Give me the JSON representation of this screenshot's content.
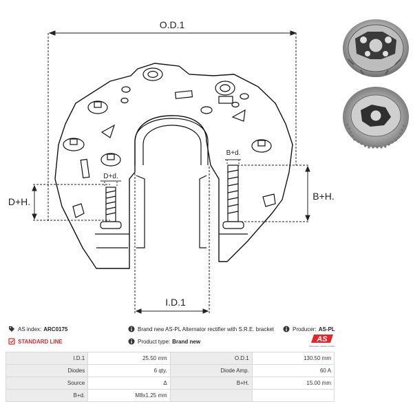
{
  "drawing": {
    "od_label": "O.D.1",
    "id_label": "I.D.1",
    "dh_label": "D+H.",
    "bh_label": "B+H.",
    "bd_label": "B+d.",
    "dd_label": "D+d."
  },
  "info": {
    "as_index_label": "AS index:",
    "as_index_value": "ARC0175",
    "standard_line": "STANDARD LINE",
    "description": "Brand new AS-PL Alternator rectifier with S.R.E. bracket",
    "producer_label": "Producer:",
    "producer_value": "AS-PL",
    "product_type_label": "Product type:",
    "product_type_value": "Brand new"
  },
  "logo": {
    "text": "AS",
    "tagline": "Alternators, Starters & Parts",
    "color": "#e3262b"
  },
  "specs": {
    "rows": [
      [
        {
          "label": "I.D.1",
          "value": "25.50 mm"
        },
        {
          "label": "O.D.1",
          "value": "130.50 mm"
        }
      ],
      [
        {
          "label": "Diodes",
          "value": "6 qty."
        },
        {
          "label": "Diode Amp.",
          "value": "60 A"
        }
      ],
      [
        {
          "label": "Source",
          "value": "Δ"
        },
        {
          "label": "B+H.",
          "value": "15.00 mm"
        }
      ],
      [
        {
          "label": "B+d.",
          "value": "M8x1.25 mm"
        },
        {
          "label": "",
          "value": ""
        }
      ]
    ]
  },
  "icons": {
    "tag": "tag-icon",
    "check": "check-square-icon",
    "info": "info-icon"
  }
}
